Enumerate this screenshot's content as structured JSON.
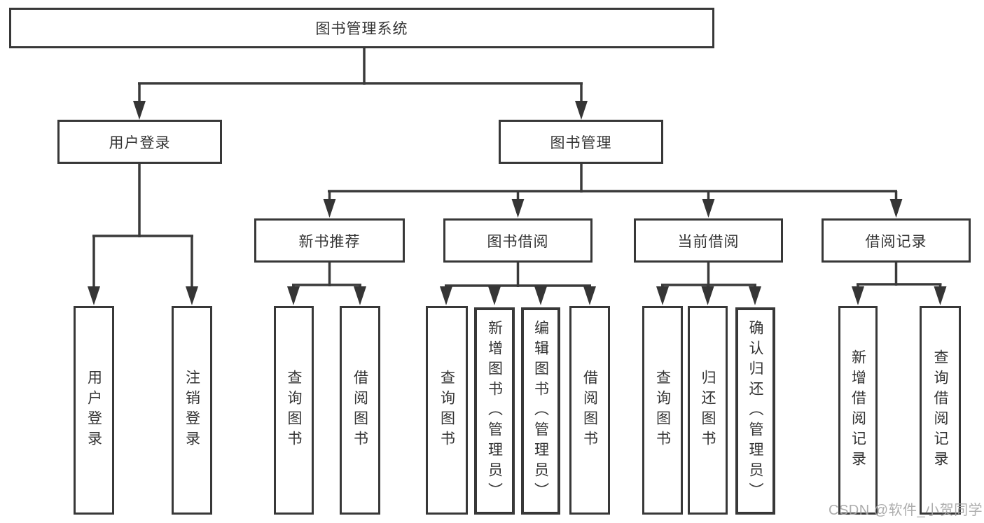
{
  "colors": {
    "line": "#3a3a3a",
    "box_border": "#383838",
    "text": "#333333",
    "watermark": "#a4a4a4",
    "background": "#ffffff"
  },
  "watermark": {
    "text": "CSDN @软件_小贺同学"
  },
  "tree": {
    "label": "图书管理系统",
    "children": [
      {
        "label": "用户登录",
        "children": [
          {
            "label": "用户登录"
          },
          {
            "label": "注销登录"
          }
        ]
      },
      {
        "label": "图书管理",
        "children": [
          {
            "label": "新书推荐",
            "children": [
              {
                "label": "查询图书"
              },
              {
                "label": "借阅图书"
              }
            ]
          },
          {
            "label": "图书借阅",
            "children": [
              {
                "label": "查询图书"
              },
              {
                "label": "新增图书（管理员）"
              },
              {
                "label": "编辑图书（管理员）"
              },
              {
                "label": "借阅图书"
              }
            ]
          },
          {
            "label": "当前借阅",
            "children": [
              {
                "label": "查询图书"
              },
              {
                "label": "归还图书"
              },
              {
                "label": "确认归还（管理员）"
              }
            ]
          },
          {
            "label": "借阅记录",
            "children": [
              {
                "label": "新增借阅记录"
              },
              {
                "label": "查询借阅记录"
              }
            ]
          }
        ]
      }
    ]
  }
}
